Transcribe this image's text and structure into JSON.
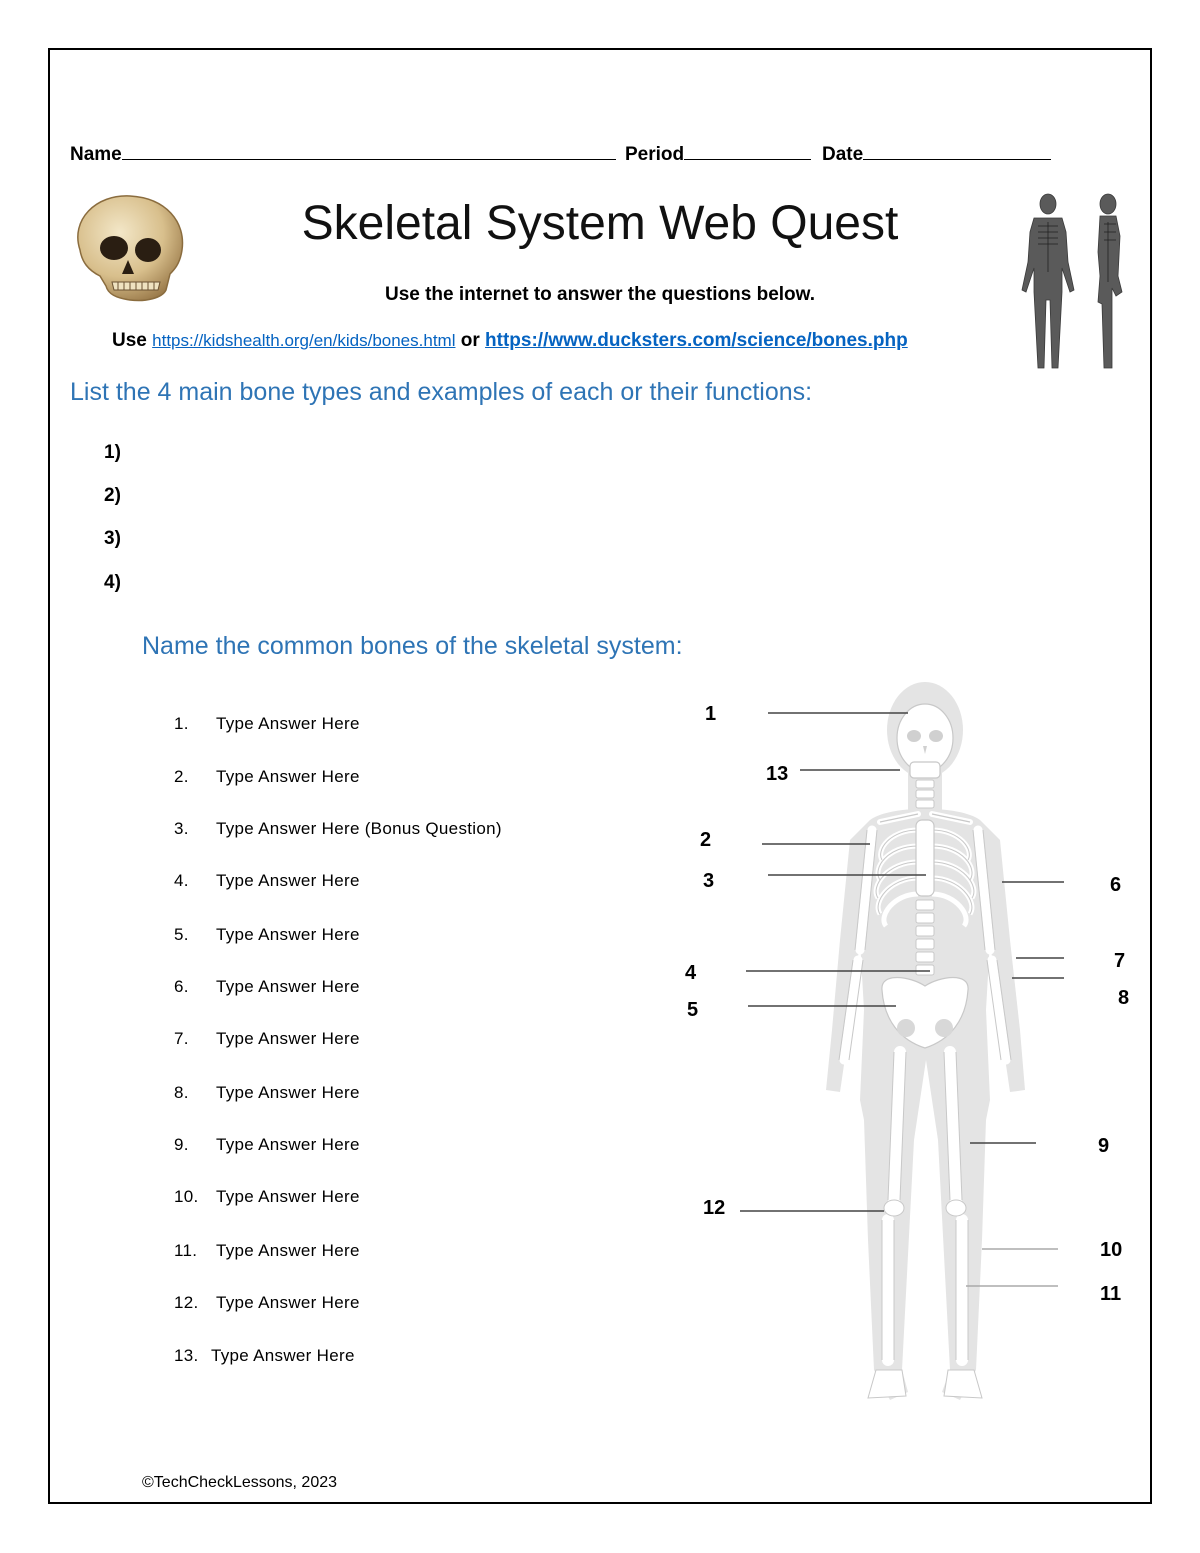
{
  "header": {
    "name_label": "Name",
    "period_label": "Period",
    "date_label": "Date"
  },
  "title": "Skeletal System Web Quest",
  "instruction": "Use the internet to answer the questions below.",
  "links": {
    "use_label": "Use",
    "link1": "https://kidshealth.org/en/kids/bones.html",
    "or_label": "or",
    "link2": "https://www.ducksters.com/science/bones.php"
  },
  "section1": {
    "heading": "List the 4 main bone types and examples of each or their functions:",
    "items": [
      "1)",
      "2)",
      "3)",
      "4)"
    ]
  },
  "section2": {
    "heading": "Name the common bones of the skeletal system:",
    "answers": [
      {
        "num": "1.",
        "text": "Type Answer Here"
      },
      {
        "num": "2.",
        "text": "Type Answer Here"
      },
      {
        "num": "3.",
        "text": "Type Answer Here (Bonus Question)"
      },
      {
        "num": "4.",
        "text": "Type Answer Here"
      },
      {
        "num": "5.",
        "text": "Type Answer Here"
      },
      {
        "num": "6.",
        "text": "Type Answer Here"
      },
      {
        "num": "7.",
        "text": "Type Answer Here"
      },
      {
        "num": "8.",
        "text": "Type Answer Here"
      },
      {
        "num": "9.",
        "text": "Type Answer Here"
      },
      {
        "num": "10.",
        "text": "Type Answer Here"
      },
      {
        "num": "11.",
        "text": "Type Answer Here"
      },
      {
        "num": "12.",
        "text": "Type Answer Here"
      },
      {
        "num": "13.",
        "text": "Type Answer Here"
      }
    ]
  },
  "diagram_labels": [
    "1",
    "2",
    "3",
    "4",
    "5",
    "6",
    "7",
    "8",
    "9",
    "10",
    "11",
    "12",
    "13"
  ],
  "footer": "©TechCheckLessons, 2023"
}
